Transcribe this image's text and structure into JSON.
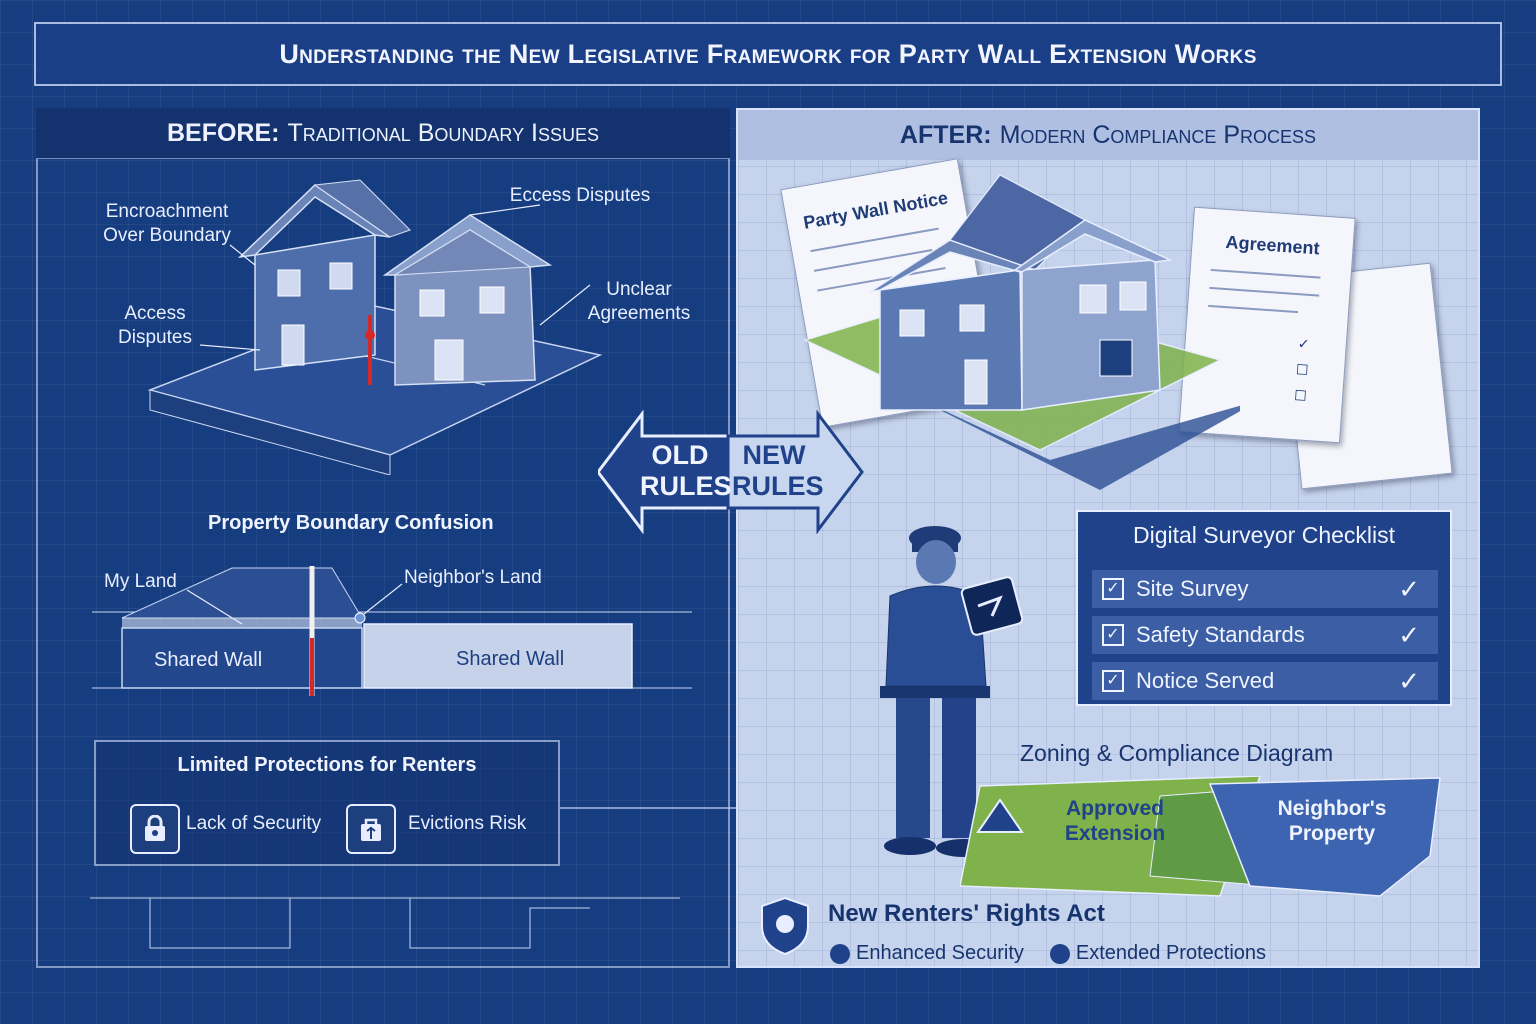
{
  "title": "Understanding the New Legislative Framework for Party Wall Extension Works",
  "before": {
    "heading_bold": "BEFORE:",
    "heading_rest": "Traditional Boundary Issues",
    "labels": {
      "encroachment": "Encroachment\nOver Boundary",
      "eccess": "Eccess Disputes",
      "access": "Access\nDisputes",
      "unclear": "Unclear\nAgreements"
    },
    "boundary": {
      "title": "Property Boundary Confusion",
      "my_land": "My Land",
      "neighbor_land": "Neighbor's Land",
      "shared_wall_left": "Shared Wall",
      "shared_wall_right": "Shared Wall"
    },
    "limited": {
      "title": "Limited Protections for Renters",
      "item1": "Lack of Security",
      "item2": "Evictions Risk"
    }
  },
  "arrow": {
    "old": "OLD\nRULES",
    "new": "NEW\nRULES"
  },
  "after": {
    "heading_bold": "AFTER:",
    "heading_rest": "Modern Compliance Process",
    "notice": "Party Wall Notice",
    "agreement": "Agreement",
    "checklist": {
      "title": "Digital Surveyor Checklist",
      "items": [
        "Site Survey",
        "Safety Standards",
        "Notice Served"
      ]
    },
    "zoning": {
      "title": "Zoning & Compliance Diagram",
      "approved": "Approved\nExtension",
      "neighbor": "Neighbor's\nProperty"
    },
    "act": {
      "title": "New Renters' Rights Act",
      "item1": "Enhanced Security",
      "item2": "Extended Protections"
    }
  },
  "colors": {
    "background": "#163d80",
    "right_panel": "#c5d3ec",
    "accent_red": "#d62828",
    "green": "#7fb24a"
  }
}
